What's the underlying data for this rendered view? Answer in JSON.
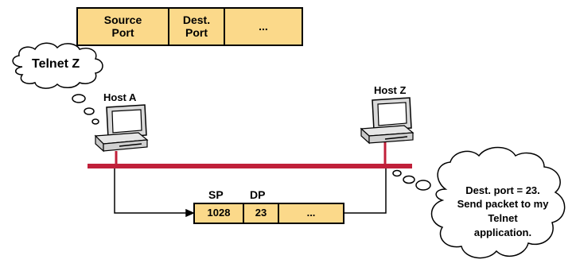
{
  "header_segment": {
    "fields": [
      "Source\nPort",
      "Dest.\nPort",
      "..."
    ]
  },
  "host_a": {
    "label": "Host A",
    "thought": "Telnet Z"
  },
  "host_z": {
    "label": "Host Z",
    "thought": "Dest. port = 23.\nSend packet to my\nTelnet\napplication."
  },
  "packet": {
    "field_headers": [
      "SP",
      "DP"
    ],
    "fields": [
      "1028",
      "23",
      "..."
    ]
  },
  "colors": {
    "field_fill": "#fbd98a",
    "border": "#000000",
    "network_line": "#c0203a",
    "computer_body": "#d9d9d9",
    "screen": "#ffffff"
  }
}
